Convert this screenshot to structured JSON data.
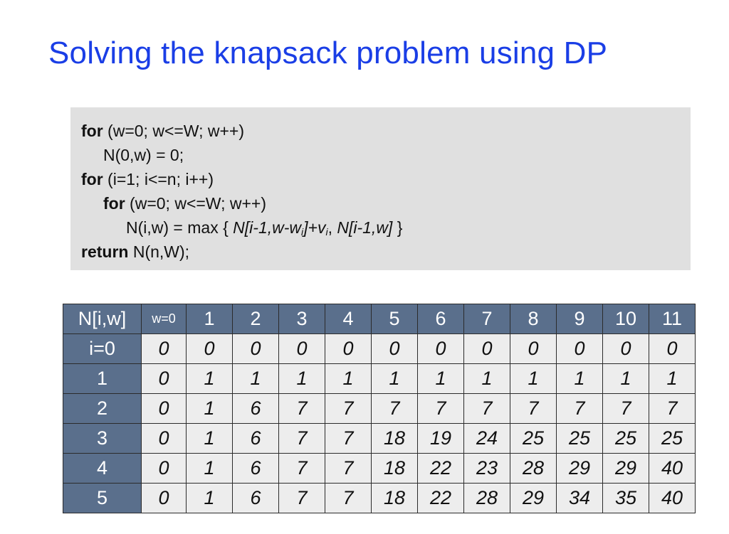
{
  "title": "Solving the knapsack problem using DP",
  "code": {
    "l1": {
      "kw": "for",
      "rest": " (w=0; w<=W; w++)"
    },
    "l2": "N(0,w) = 0;",
    "l3": {
      "kw": "for",
      "rest": " (i=1; i<=n; i++)"
    },
    "l4": {
      "kw": "for",
      "rest": " (w=0; w<=W; w++)"
    },
    "l5": {
      "a": "N(i,w) = max { ",
      "b": "N[i-1,w-w",
      "b_sub": "i",
      "c": "]+v",
      "c_sub": "i",
      "d": ", ",
      "e": "N[i-1,w]",
      "f": " }"
    },
    "l6": {
      "kw": "return",
      "rest": " N(n,W);"
    }
  },
  "table": {
    "corner": "N[i,w]",
    "col_headers": [
      "w=0",
      "1",
      "2",
      "3",
      "4",
      "5",
      "6",
      "7",
      "8",
      "9",
      "10",
      "11"
    ],
    "row_labels": [
      "i=0",
      "1",
      "2",
      "3",
      "4",
      "5"
    ],
    "rows": [
      [
        "0",
        "0",
        "0",
        "0",
        "0",
        "0",
        "0",
        "0",
        "0",
        "0",
        "0",
        "0"
      ],
      [
        "0",
        "1",
        "1",
        "1",
        "1",
        "1",
        "1",
        "1",
        "1",
        "1",
        "1",
        "1"
      ],
      [
        "0",
        "1",
        "6",
        "7",
        "7",
        "7",
        "7",
        "7",
        "7",
        "7",
        "7",
        "7"
      ],
      [
        "0",
        "1",
        "6",
        "7",
        "7",
        "18",
        "19",
        "24",
        "25",
        "25",
        "25",
        "25"
      ],
      [
        "0",
        "1",
        "6",
        "7",
        "7",
        "18",
        "22",
        "23",
        "28",
        "29",
        "29",
        "40"
      ],
      [
        "0",
        "1",
        "6",
        "7",
        "7",
        "18",
        "22",
        "28",
        "29",
        "34",
        "35",
        "40"
      ]
    ]
  }
}
